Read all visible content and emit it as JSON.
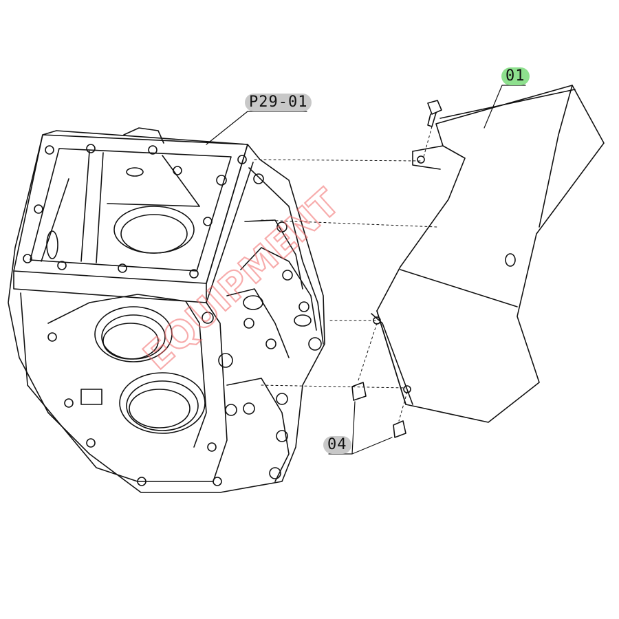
{
  "callouts": {
    "part_housing": {
      "label": "P29-01",
      "highlight": "#c8c8c8"
    },
    "part_cover": {
      "label": "01",
      "highlight": "#8ee08e"
    },
    "part_bolts": {
      "label": "04",
      "highlight": "#c8c8c8"
    }
  },
  "watermark": {
    "text": "EQUIPMENT",
    "color": "#f26a6a"
  },
  "colors": {
    "line": "#111111",
    "background": "#ffffff"
  }
}
